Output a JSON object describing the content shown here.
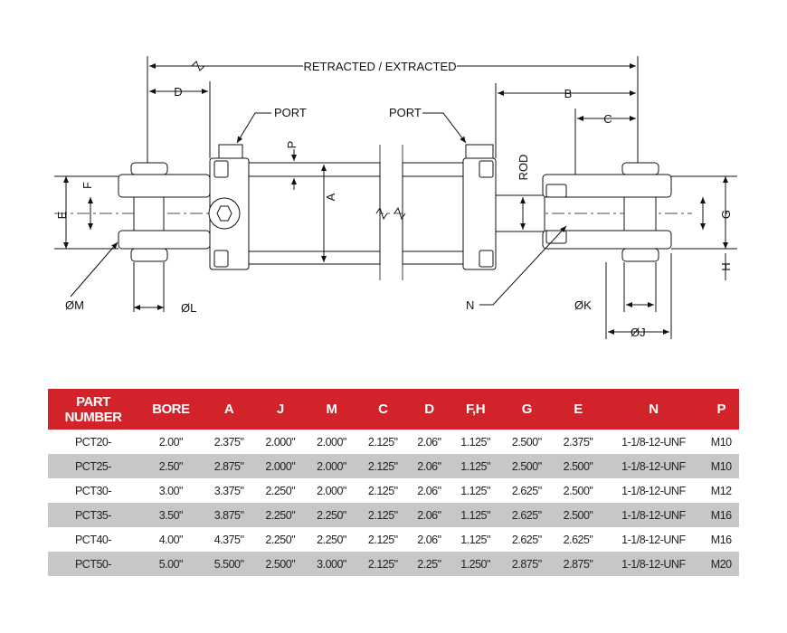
{
  "drawing": {
    "retracted_extracted": "RETRACTED / EXTRACTED",
    "d": "D",
    "b": "B",
    "c": "C",
    "port_left": "PORT",
    "port_right": "PORT",
    "p": "P",
    "a": "A",
    "rod": "ROD",
    "f": "F",
    "e": "E",
    "g": "G",
    "h": "H",
    "m": "ØM",
    "l": "ØL",
    "n": "N",
    "k": "ØK",
    "j": "ØJ"
  },
  "table": {
    "headers": [
      "PART NUMBER",
      "BORE",
      "A",
      "J",
      "M",
      "C",
      "D",
      "F,H",
      "G",
      "E",
      "N",
      "P"
    ],
    "rows": [
      [
        "PCT20-",
        "2.00\"",
        "2.375\"",
        "2.000\"",
        "2.000\"",
        "2.125\"",
        "2.06\"",
        "1.125\"",
        "2.500\"",
        "2.375\"",
        "1-1/8-12-UNF",
        "M10"
      ],
      [
        "PCT25-",
        "2.50\"",
        "2.875\"",
        "2.000\"",
        "2.000\"",
        "2.125\"",
        "2.06\"",
        "1.125\"",
        "2.500\"",
        "2.500\"",
        "1-1/8-12-UNF",
        "M10"
      ],
      [
        "PCT30-",
        "3.00\"",
        "3.375\"",
        "2.250\"",
        "2.000\"",
        "2.125\"",
        "2.06\"",
        "1.125\"",
        "2.625\"",
        "2.500\"",
        "1-1/8-12-UNF",
        "M12"
      ],
      [
        "PCT35-",
        "3.50\"",
        "3.875\"",
        "2.250\"",
        "2.250\"",
        "2.125\"",
        "2.06\"",
        "1.125\"",
        "2.625\"",
        "2.500\"",
        "1-1/8-12-UNF",
        "M16"
      ],
      [
        "PCT40-",
        "4.00\"",
        "4.375\"",
        "2.250\"",
        "2.250\"",
        "2.125\"",
        "2.06\"",
        "1.125\"",
        "2.625\"",
        "2.625\"",
        "1-1/8-12-UNF",
        "M16"
      ],
      [
        "PCT50-",
        "5.00\"",
        "5.500\"",
        "2.500\"",
        "3.000\"",
        "2.125\"",
        "2.25\"",
        "1.250\"",
        "2.875\"",
        "2.875\"",
        "1-1/8-12-UNF",
        "M20"
      ]
    ]
  },
  "colors": {
    "header_bg": "#d3232a",
    "alt_row": "#c6c7c9"
  }
}
